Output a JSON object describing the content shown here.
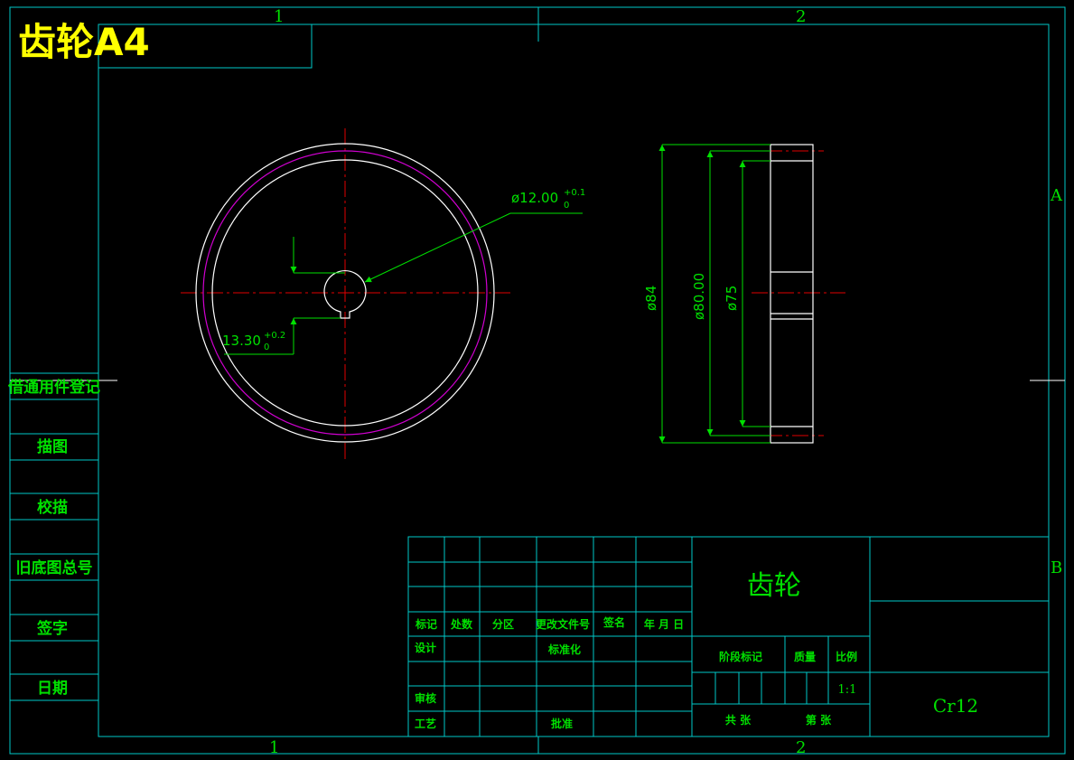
{
  "title": "齿轮A4",
  "zones": {
    "col1": "1",
    "col2": "2",
    "rowA": "A",
    "rowB": "B"
  },
  "side_panel": [
    "借通用件登记",
    "描图",
    "校描",
    "旧底图总号",
    "签字",
    "日期"
  ],
  "dimensions": {
    "bore_diameter": "ø12.00",
    "bore_tol_upper": "+0.1",
    "bore_tol_lower": "0",
    "keyway_depth": "13.30",
    "keyway_tol_upper": "+0.2",
    "keyway_tol_lower": "0",
    "outer_diameter": "ø84",
    "mid_diameter": "ø80.00",
    "inner_diameter": "ø75"
  },
  "title_block": {
    "header": [
      "标记",
      "处数",
      "分区",
      "更改文件号",
      "签名",
      "年 月 日"
    ],
    "part_name": "齿轮",
    "design": "设计",
    "standardize": "标准化",
    "stage_mark": "阶段标记",
    "mass": "质量",
    "scale_label": "比例",
    "scale_value": "1:1",
    "review": "审核",
    "process": "工艺",
    "approve": "批准",
    "total_sheets": "共  张",
    "sheet_no": "第  张",
    "material": "Cr12"
  },
  "colors": {
    "background": "#000000",
    "frame": "#00c8c8",
    "outline": "#ffffff",
    "dimension": "#00e000",
    "centerline": "#e00000",
    "pitch_circle": "#d000d0",
    "title_text": "#ffff00"
  }
}
